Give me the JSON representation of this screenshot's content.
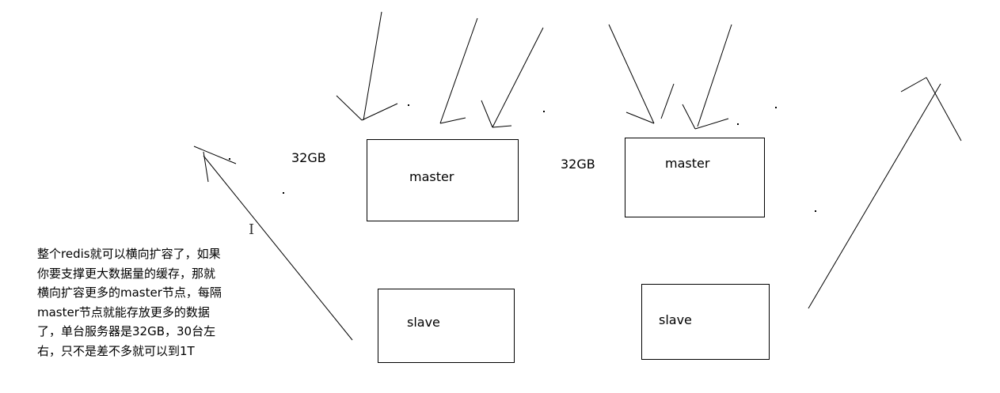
{
  "labels": {
    "master_left": "master",
    "master_right": "master",
    "slave_left": "slave",
    "slave_right": "slave",
    "capacity_left": "32GB",
    "capacity_right": "32GB"
  },
  "note": {
    "lines": [
      "整个redis就可以横向扩容了，如果",
      "你要支撑更大数据量的缓存，那就",
      "横向扩容更多的master节点，每隔",
      "master节点就能存放更多的数据",
      "了，单台服务器是32GB，30台左",
      "右，只不是差不多就可以到1T"
    ]
  },
  "colors": {
    "stroke": "#000000",
    "background": "#ffffff"
  }
}
